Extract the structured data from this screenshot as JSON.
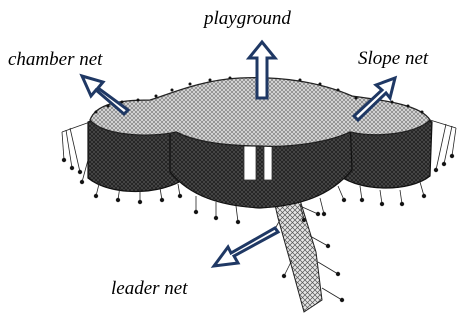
{
  "labels": {
    "playground": "playground",
    "chamber_net": "chamber net",
    "slope_net": "Slope net",
    "leader_net": "leader net"
  },
  "colors": {
    "arrow_fill": "#1f3864",
    "net_dark": "#333333",
    "net_mesh": "#8a8a8a",
    "ink": "#111111"
  }
}
